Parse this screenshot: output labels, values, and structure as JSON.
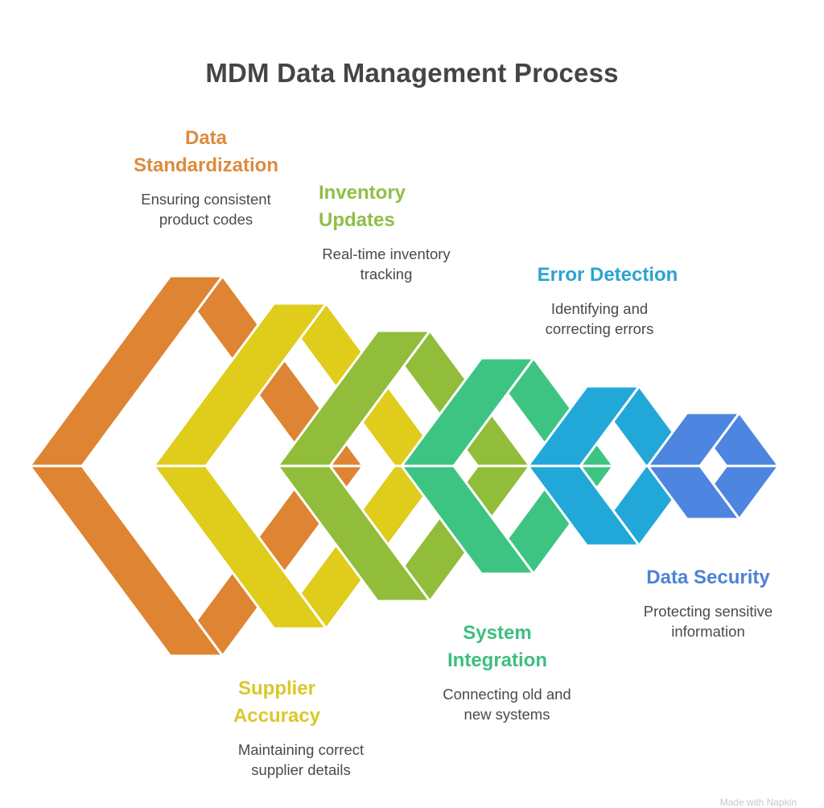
{
  "title": "MDM Data Management Process",
  "stages": [
    {
      "id": "data-standardization",
      "title_lines": [
        "Data",
        "Standardization"
      ],
      "desc_lines": [
        "Ensuring consistent",
        "product codes"
      ],
      "color": "#DE8432"
    },
    {
      "id": "supplier-accuracy",
      "title_lines": [
        "Supplier",
        "Accuracy"
      ],
      "desc_lines": [
        "Maintaining correct",
        "supplier details"
      ],
      "color": "#DFCC1B"
    },
    {
      "id": "inventory-updates",
      "title_lines": [
        "Inventory",
        "Updates"
      ],
      "desc_lines": [
        "Real-time inventory",
        "tracking"
      ],
      "color": "#91BD3A"
    },
    {
      "id": "system-integration",
      "title_lines": [
        "System",
        "Integration"
      ],
      "desc_lines": [
        "Connecting old and",
        "new systems"
      ],
      "color": "#3DC483"
    },
    {
      "id": "error-detection",
      "title_lines": [
        "Error Detection"
      ],
      "desc_lines": [
        "Identifying and",
        "correcting errors"
      ],
      "color": "#22A8D8"
    },
    {
      "id": "data-security",
      "title_lines": [
        "Data Security"
      ],
      "desc_lines": [
        "Protecting sensitive",
        "information"
      ],
      "color": "#4D85E0"
    }
  ],
  "label_colors": {
    "data-standardization": "#DE8A3E",
    "supplier-accuracy": "#D9C82A",
    "inventory-updates": "#8FBF45",
    "system-integration": "#3DBE80",
    "error-detection": "#2AA3D2",
    "data-security": "#4D82D6"
  },
  "watermark": "Made with Napkin"
}
